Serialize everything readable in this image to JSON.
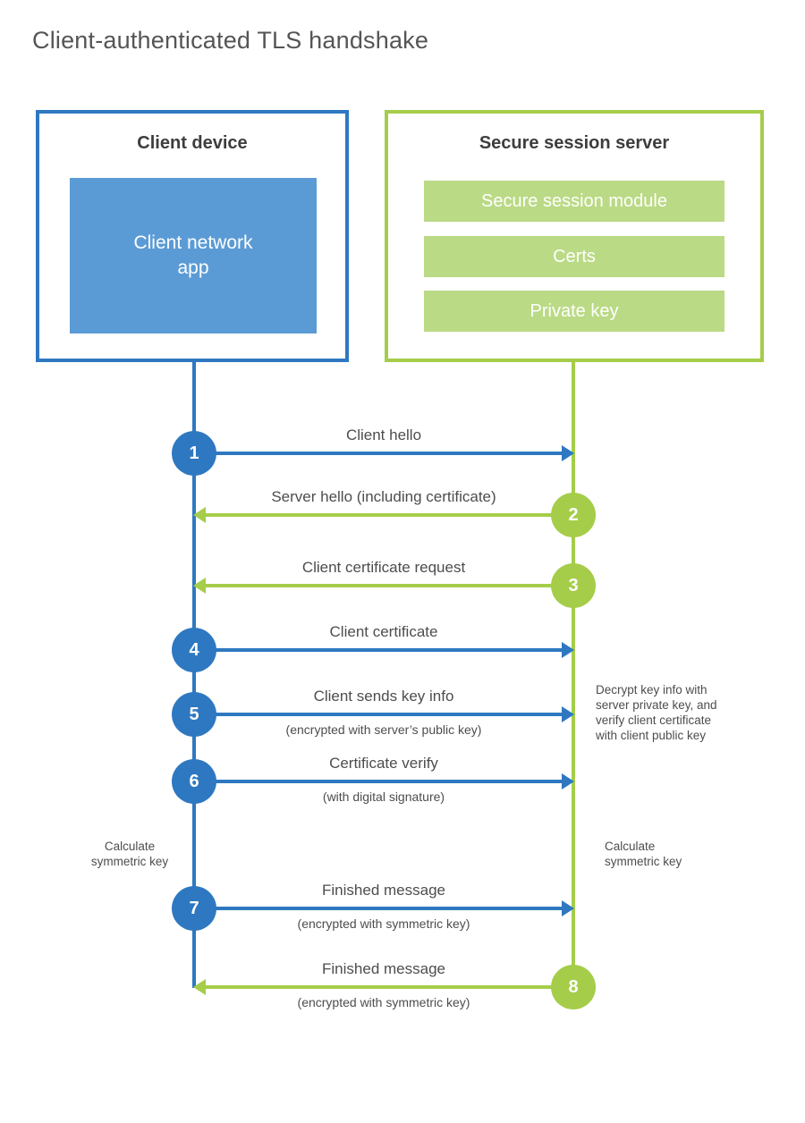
{
  "title": "Client-authenticated TLS handshake",
  "colors": {
    "blue": "#2e78c1",
    "blue_fill": "#5b9bd5",
    "green": "#a5cd4a",
    "green_fill": "#bada85",
    "text_dark": "#3d3d3d",
    "text_gray": "#4d4d4d"
  },
  "client": {
    "title": "Client device",
    "app": "Client network\napp"
  },
  "server": {
    "title": "Secure session server",
    "modules": [
      "Secure session module",
      "Certs",
      "Private key"
    ]
  },
  "steps": [
    {
      "num": "1",
      "label": "Client hello",
      "sub": "",
      "direction": "right",
      "color": "blue",
      "from": "client",
      "to": "server"
    },
    {
      "num": "2",
      "label": "Server hello (including certificate)",
      "sub": "",
      "direction": "left",
      "color": "green",
      "from": "server",
      "to": "client"
    },
    {
      "num": "3",
      "label": "Client certificate request",
      "sub": "",
      "direction": "left",
      "color": "green",
      "from": "server",
      "to": "client"
    },
    {
      "num": "4",
      "label": "Client certificate",
      "sub": "",
      "direction": "right",
      "color": "blue",
      "from": "client",
      "to": "server"
    },
    {
      "num": "5",
      "label": "Client sends key info",
      "sub": "(encrypted with server’s public key)",
      "direction": "right",
      "color": "blue",
      "from": "client",
      "to": "server"
    },
    {
      "num": "6",
      "label": "Certificate verify",
      "sub": "(with digital signature)",
      "direction": "right",
      "color": "blue",
      "from": "client",
      "to": "server"
    },
    {
      "num": "7",
      "label": "Finished message",
      "sub": "(encrypted with symmetric key)",
      "direction": "right",
      "color": "blue",
      "from": "client",
      "to": "server"
    },
    {
      "num": "8",
      "label": "Finished message",
      "sub": "(encrypted with symmetric key)",
      "direction": "left",
      "color": "green",
      "from": "server",
      "to": "client"
    }
  ],
  "notes": {
    "decrypt": "Decrypt key info with\nserver private key, and\nverify client certificate\nwith client public key",
    "calc_left": "Calculate\nsymmetric key",
    "calc_right": "Calculate\nsymmetric key"
  }
}
